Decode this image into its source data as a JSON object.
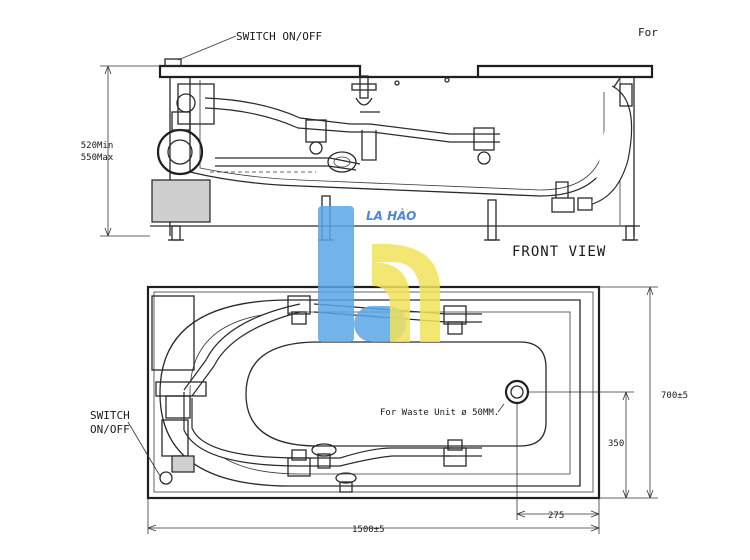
{
  "views": {
    "front_view_title": "FRONT VIEW",
    "top_right_note": "For",
    "switch_label_top": "SWITCH ON/OFF",
    "height_min": "520Min",
    "height_max": "550Max",
    "switch_label_plan_line1": "SWITCH",
    "switch_label_plan_line2": "ON/OFF",
    "waste_unit_note": "For Waste Unit ø 50MM.",
    "dim_width": "700±5",
    "dim_length": "1500±5",
    "dim_waste_height": "350",
    "dim_waste_offset": "275"
  },
  "watermark": {
    "text": "LA HÀO",
    "colors": {
      "blue": "#5aa6e8",
      "yellow": "#f1e25a"
    }
  }
}
